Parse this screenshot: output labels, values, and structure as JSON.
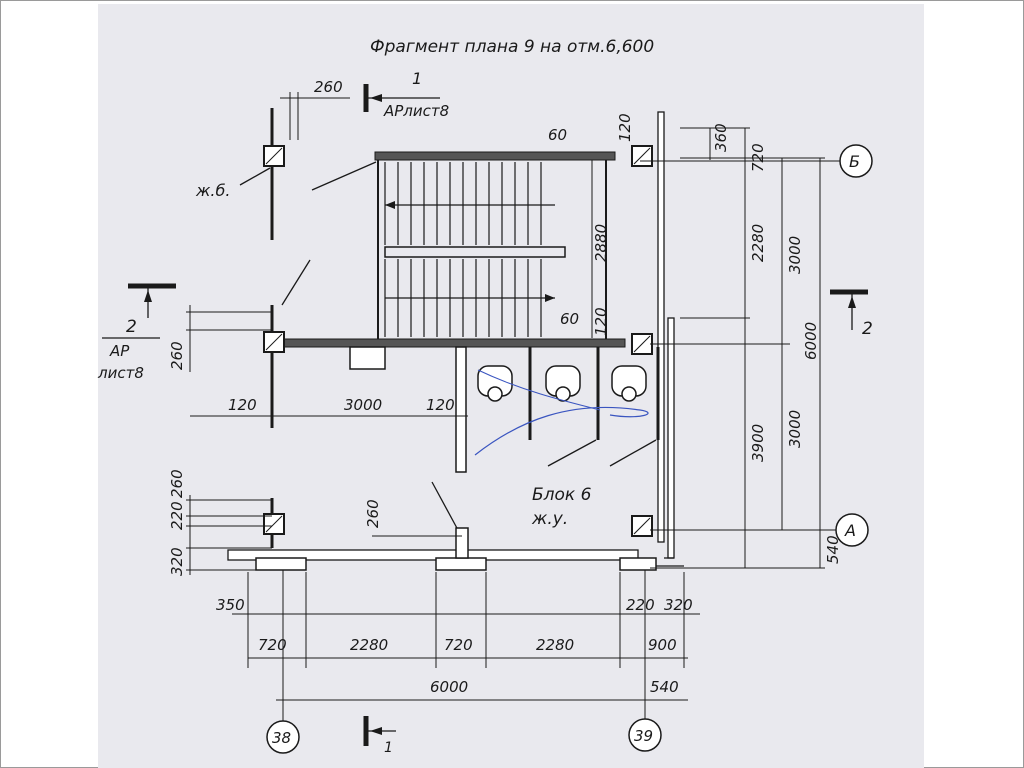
{
  "title": "Фрагмент плана 9 на отм.6,600",
  "block_label_1": "Блок 6",
  "block_label_2": "ж.у.",
  "jb_label": "ж.б.",
  "section_1": {
    "number": "1",
    "ref": "АРлист8",
    "bottom_number": "1"
  },
  "section_2": {
    "number": "2",
    "ref_line1": "АР",
    "ref_line2": "лист8",
    "right_number": "2"
  },
  "axes": {
    "b": "Б",
    "a": "А",
    "n38": "38",
    "n39": "39"
  },
  "dims": {
    "top_260": "260",
    "d60_top": "60",
    "d120_top": "120",
    "d60_mid": "60",
    "d120_mid": "120",
    "d2880": "2880",
    "d360": "360",
    "d720_right": "720",
    "d2280_right": "2280",
    "d3000_upper": "3000",
    "d6000_right": "6000",
    "d3000_lower": "3000",
    "d3900": "3900",
    "d540_right": "540",
    "left_260": "260",
    "row_120a": "120",
    "row_3000": "3000",
    "row_120b": "120",
    "lower_260": "260",
    "lower_220": "220",
    "lower_320": "320",
    "mid_260": "260",
    "b350": "350",
    "b220": "220",
    "b320": "320",
    "c720a": "720",
    "c2280a": "2280",
    "c720b": "720",
    "c2280b": "2280",
    "c900": "900",
    "total_6000": "6000",
    "c540": "540"
  }
}
